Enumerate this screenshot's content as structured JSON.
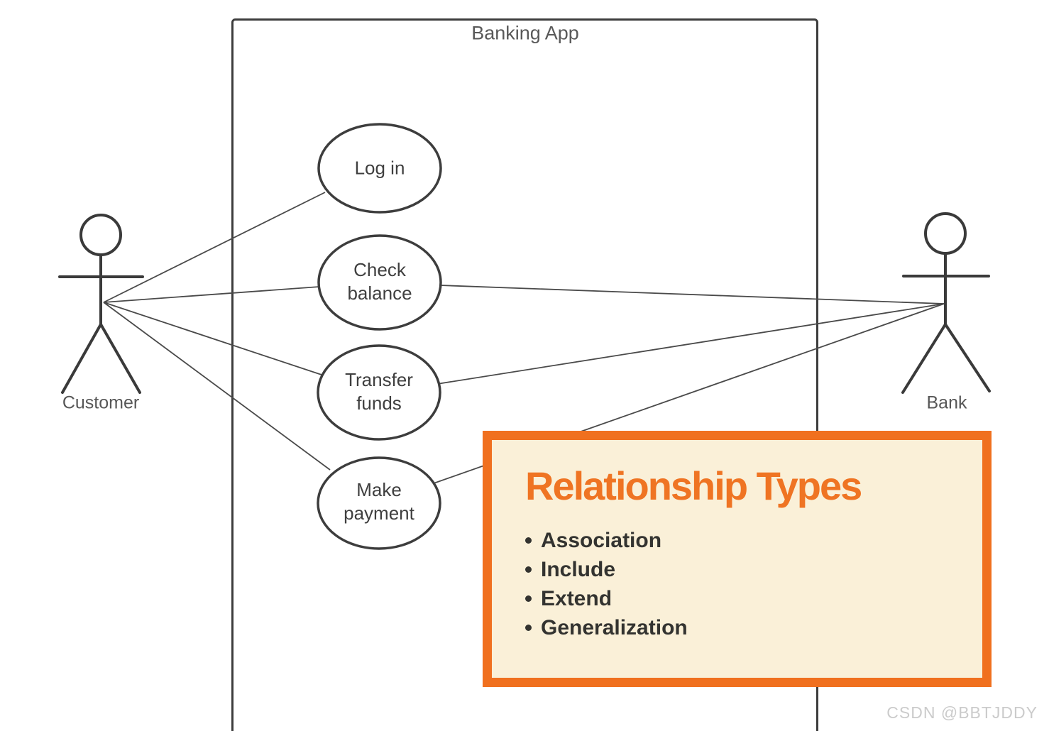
{
  "diagram": {
    "system": {
      "title": "Banking App"
    },
    "actors": [
      {
        "id": "customer",
        "label": "Customer"
      },
      {
        "id": "bank",
        "label": "Bank"
      }
    ],
    "use_cases": [
      {
        "id": "log-in",
        "label": "Log in"
      },
      {
        "id": "check-balance",
        "label": "Check\nbalance"
      },
      {
        "id": "transfer-funds",
        "label": "Transfer\nfunds"
      },
      {
        "id": "make-payment",
        "label": "Make\npayment"
      }
    ],
    "associations": [
      "Customer - Log in",
      "Customer - Check balance",
      "Customer - Transfer funds",
      "Customer - Make payment",
      "Bank - Check balance",
      "Bank - Transfer funds",
      "Bank - Make payment"
    ],
    "colors": {
      "line": "#4a4a4a",
      "shape_stroke": "#3d3d3d",
      "label_text": "#3f3f3f"
    }
  },
  "overlay": {
    "title": "Relationship Types",
    "items": [
      "Association",
      "Include",
      "Extend",
      "Generalization"
    ],
    "colors": {
      "border": "#F0701F",
      "background": "#FAF0D8",
      "title": "#EF7423",
      "text": "#333330"
    }
  },
  "watermark": "CSDN @BBTJDDY"
}
